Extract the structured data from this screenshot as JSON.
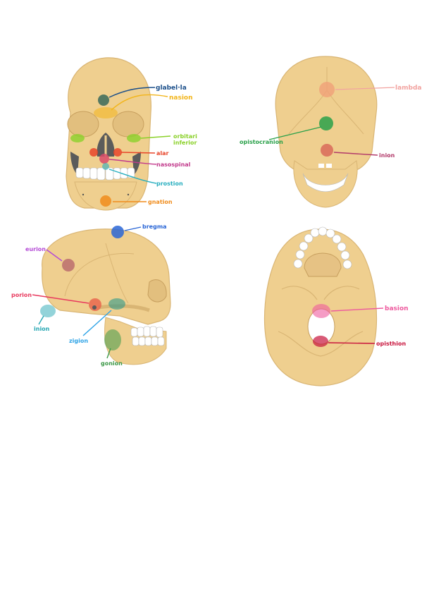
{
  "colors": {
    "bone": "#efcf8f",
    "bone_shadow": "#d9b574",
    "bone_dark": "#c79f5e",
    "teeth": "#ffffff",
    "cavity": "#5b5b5b"
  },
  "views": {
    "anterior": {
      "labels": {
        "glabella": "glabel·la",
        "nasion": "nasion",
        "orbitari_inferior_line1": "orbitari",
        "orbitari_inferior_line2": "inferior",
        "alar": "alar",
        "nasospinal": "nasospinal",
        "prostion": "prostion",
        "gnation": "gnation"
      },
      "colors": {
        "glabella": "#1b4f8a",
        "nasion": "#f2b51b",
        "orbitari_inferior": "#8bd12a",
        "alar": "#e8452a",
        "nasospinal": "#c23a8c",
        "prostion": "#27aebf",
        "gnation": "#f08c1c"
      }
    },
    "posterior": {
      "labels": {
        "lambda": "lambda",
        "opistocranion": "opistocranion",
        "inion": "inion"
      },
      "colors": {
        "lambda": "#f2a3a0",
        "opistocranion": "#2aa14a",
        "inion": "#b23a6a"
      }
    },
    "lateral": {
      "labels": {
        "bregma": "bregma",
        "eurion": "eurion",
        "porion": "porion",
        "inion": "inion",
        "zigion": "zigion",
        "gonion": "gonion"
      },
      "colors": {
        "bregma": "#2a66d6",
        "eurion": "#b44ad6",
        "porion": "#e83a5e",
        "inion": "#27a7b3",
        "zigion": "#2ea3e6",
        "gonion": "#3f9a4a"
      }
    },
    "inferior": {
      "labels": {
        "basion": "basion",
        "opisthion": "opisthion"
      },
      "colors": {
        "basion": "#ee5a9e",
        "opisthion": "#c8143c"
      }
    }
  }
}
